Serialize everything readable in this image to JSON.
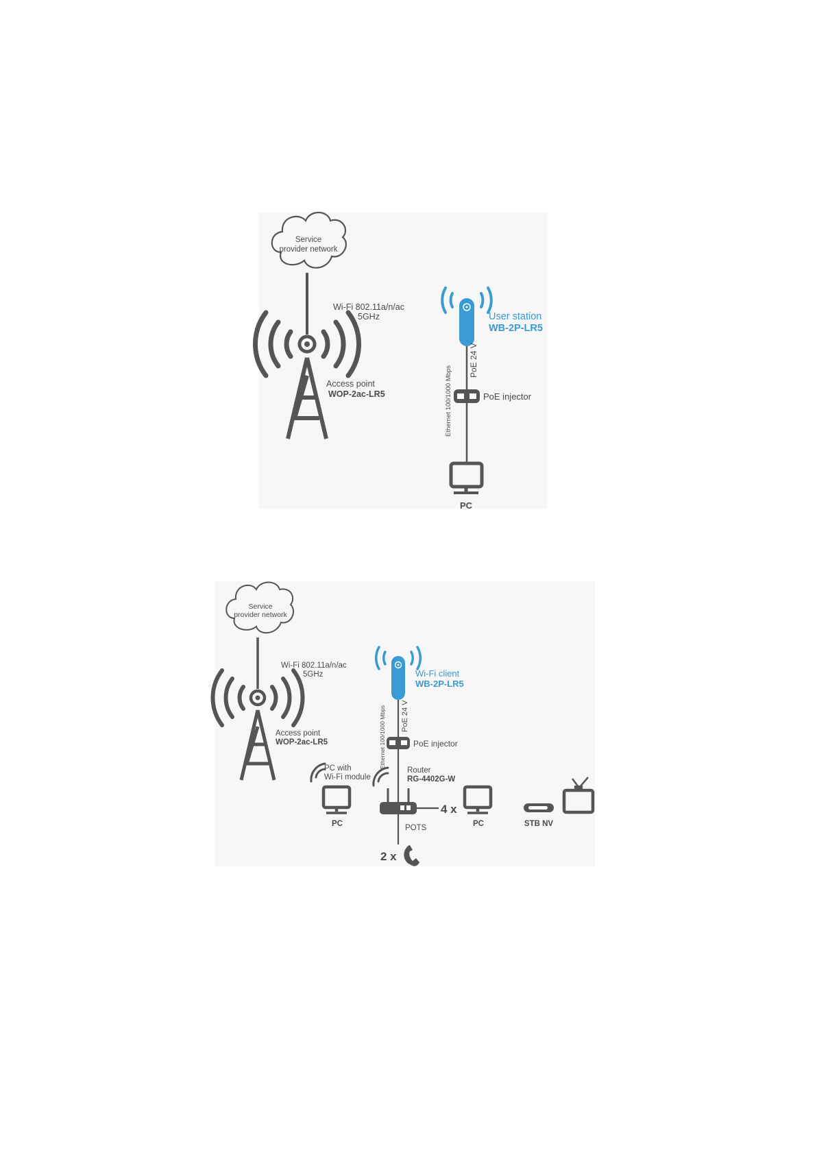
{
  "diagram1": {
    "cloud_line1": "Service",
    "cloud_line2": "provider network",
    "wifi_line1": "Wi-Fi 802.11a/n/ac",
    "wifi_line2": "5GHz",
    "ap_label": "Access point",
    "ap_model": "WOP-2ac-LR5",
    "station_label": "User station",
    "station_model": "WB-2P-LR5",
    "poe_voltage": "PoE 24 V",
    "ethernet": "Ethernet 100/1000 Mbps",
    "injector": "PoE injector",
    "pc": "PC"
  },
  "diagram2": {
    "cloud_line1": "Service",
    "cloud_line2": "provider network",
    "wifi_line1": "Wi-Fi 802.11a/n/ac",
    "wifi_line2": "5GHz",
    "ap_label": "Access point",
    "ap_model": "WOP-2ac-LR5",
    "client_label": "Wi-Fi client",
    "client_model": "WB-2P-LR5",
    "poe_voltage": "PoE 24 V",
    "ethernet": "Ethernet 100/1000 Mbps",
    "injector": "PoE injector",
    "pc_wifi_line1": "PC with",
    "pc_wifi_line2": "Wi-Fi module",
    "router_label": "Router",
    "router_model": "RG-4402G-W",
    "pc_left": "PC",
    "multiplier_pc": "4 x",
    "pc_right": "PC",
    "stb": "STB NV",
    "pots": "POTS",
    "multiplier_phone": "2 x"
  },
  "colors": {
    "accent": "#3a9ad3",
    "device": "#555555",
    "panel": "#f7f7f7",
    "text": "#4a4a4a"
  }
}
